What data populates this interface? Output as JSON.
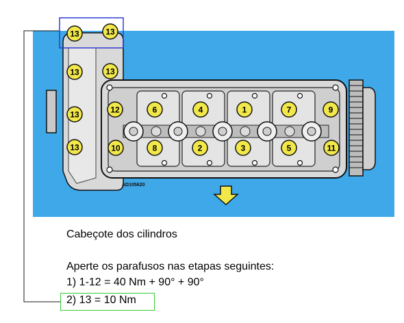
{
  "diagram": {
    "image_code": "AD105620",
    "bolts": [
      {
        "id": "1",
        "label": "1"
      },
      {
        "id": "2",
        "label": "2"
      },
      {
        "id": "3",
        "label": "3"
      },
      {
        "id": "4",
        "label": "4"
      },
      {
        "id": "5",
        "label": "5"
      },
      {
        "id": "6",
        "label": "6"
      },
      {
        "id": "7",
        "label": "7"
      },
      {
        "id": "8",
        "label": "8"
      },
      {
        "id": "9",
        "label": "9"
      },
      {
        "id": "10",
        "label": "10"
      },
      {
        "id": "11",
        "label": "11"
      },
      {
        "id": "12",
        "label": "12"
      },
      {
        "id": "13a",
        "label": "13"
      },
      {
        "id": "13b",
        "label": "13"
      },
      {
        "id": "13c",
        "label": "13"
      },
      {
        "id": "13d",
        "label": "13"
      },
      {
        "id": "13e",
        "label": "13"
      },
      {
        "id": "13f",
        "label": "13"
      }
    ],
    "colors": {
      "background": "#3ea8e8",
      "bolt_fill": "#f3e84a",
      "highlight_box": "#2f3bd0",
      "step_box": "#33cc33",
      "arrow": "#f3e84a"
    }
  },
  "caption": {
    "title": "Cabeçote dos cilindros",
    "intro": "Aperte os parafusos nas etapas seguintes:",
    "step1": "1) 1-12 = 40 Nm + 90° + 90°",
    "step2": "2) 13 = 10 Nm"
  }
}
